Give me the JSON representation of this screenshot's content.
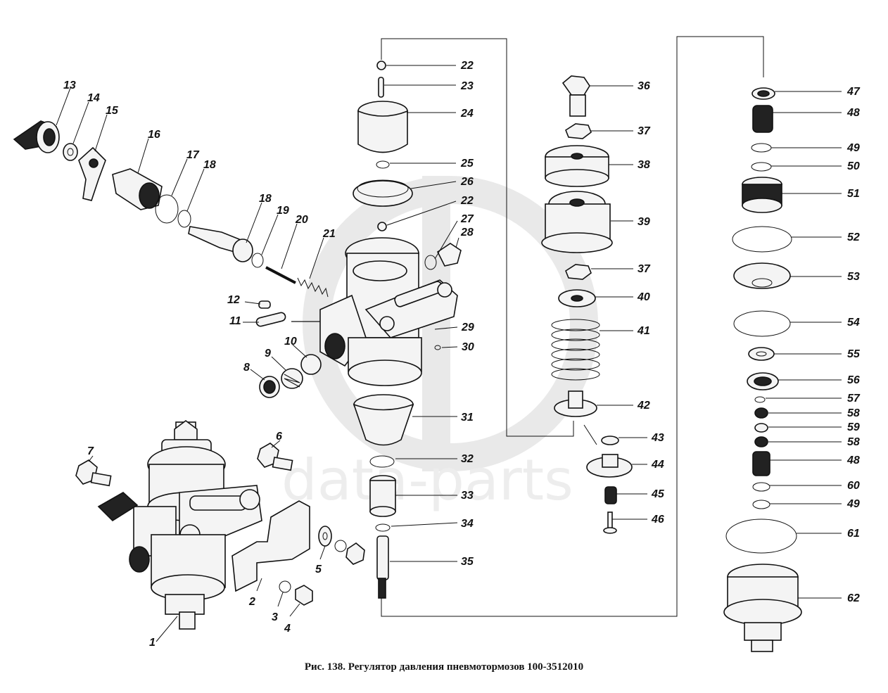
{
  "caption": "Рис. 138. Регулятор давления пневмотормозов 100-3512010",
  "watermark": "data-parts",
  "labels": [
    "1",
    "2",
    "3",
    "4",
    "5",
    "6",
    "7",
    "8",
    "9",
    "10",
    "11",
    "12",
    "13",
    "14",
    "15",
    "16",
    "17",
    "18",
    "18",
    "19",
    "20",
    "21",
    "22",
    "22",
    "23",
    "24",
    "25",
    "26",
    "27",
    "28",
    "29",
    "30",
    "31",
    "32",
    "33",
    "34",
    "35",
    "36",
    "37",
    "37",
    "38",
    "39",
    "40",
    "41",
    "42",
    "43",
    "44",
    "45",
    "46",
    "47",
    "48",
    "48",
    "49",
    "49",
    "50",
    "51",
    "52",
    "53",
    "54",
    "55",
    "56",
    "57",
    "58",
    "58",
    "59",
    "60",
    "61",
    "62"
  ]
}
